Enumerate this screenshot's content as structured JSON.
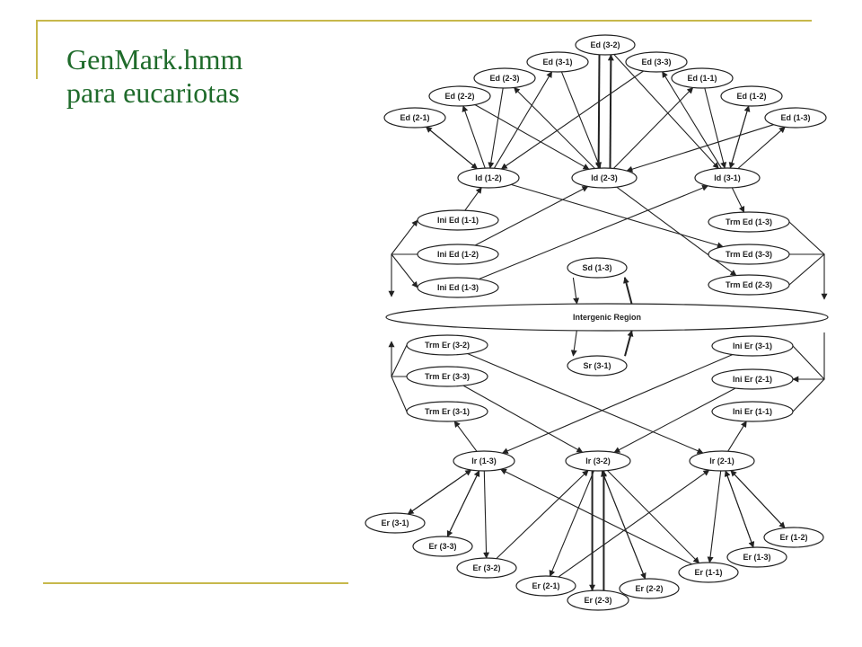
{
  "slide": {
    "title_line1": "GenMark.hmm",
    "title_line2": "para eucariotas",
    "accent_color": "#c7b84b",
    "title_color": "#1f6b2b"
  },
  "diagram": {
    "nodes": {
      "ed32": "Ed (3-2)",
      "ed31": "Ed (3-1)",
      "ed33": "Ed (3-3)",
      "ed23": "Ed (2-3)",
      "ed11": "Ed (1-1)",
      "ed22": "Ed (2-2)",
      "ed12": "Ed (1-2)",
      "ed21": "Ed (2-1)",
      "ed13": "Ed (1-3)",
      "id12": "Id (1-2)",
      "id23": "Id (2-3)",
      "id31": "Id (3-1)",
      "iniEd11": "Ini Ed (1-1)",
      "iniEd12": "Ini Ed (1-2)",
      "iniEd13": "Ini Ed (1-3)",
      "trmEd13": "Trm Ed (1-3)",
      "trmEd33": "Trm Ed (3-3)",
      "trmEd23": "Trm Ed (2-3)",
      "sd13": "Sd (1-3)",
      "ig": "Intergenic Region",
      "sr31": "Sr (3-1)",
      "trmEr32": "Trm Er (3-2)",
      "trmEr33": "Trm Er (3-3)",
      "trmEr31": "Trm Er (3-1)",
      "iniEr31": "Ini Er (3-1)",
      "iniEr21": "Ini Er (2-1)",
      "iniEr11": "Ini Er (1-1)",
      "ir13": "Ir (1-3)",
      "ir32": "Ir (3-2)",
      "ir21": "Ir (2-1)",
      "er31": "Er (3-1)",
      "er33": "Er (3-3)",
      "er32": "Er (3-2)",
      "er21": "Er (2-1)",
      "er23": "Er (2-3)",
      "er22": "Er (2-2)",
      "er11": "Er (1-1)",
      "er13": "Er (1-3)",
      "er12": "Er (1-2)"
    }
  }
}
